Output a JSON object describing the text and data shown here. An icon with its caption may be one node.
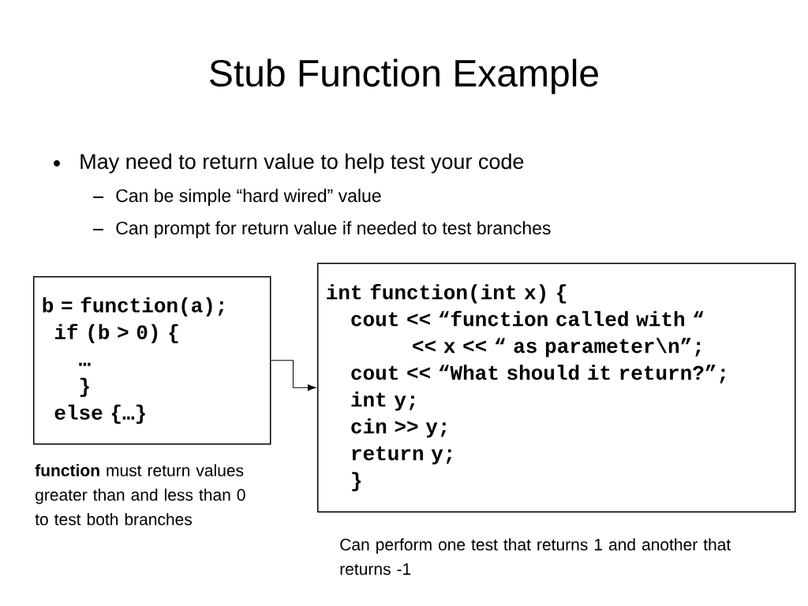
{
  "diagram": {
    "title": "Stub Function Example",
    "nodes": [
      {
        "text": [
          "b = function(a);",
          "if (b > 0) {",
          "…",
          "}",
          "else {…}"
        ],
        "beside": [
          "**function** must return values greater than and less than 0 to test both branches"
        ]
      },
      {
        "text": [
          "int function(int x) {",
          "cout << “function called with “",
          "<< x << “ as parameter\\n”;",
          "cout << “What should it return?”;",
          "int y;",
          "cin >> y;",
          "return y;",
          "}"
        ],
        "beside": [
          "Can perform one test that returns 1 and another that returns -1"
        ]
      }
    ],
    "edges": [
      {
        "from": 0,
        "to": 1,
        "arrow": "to"
      }
    ],
    "labels": [
      "May need to return value to help test your code",
      "Can be simple “hard wired” value",
      "Can prompt for return value if needed to test branches"
    ]
  }
}
